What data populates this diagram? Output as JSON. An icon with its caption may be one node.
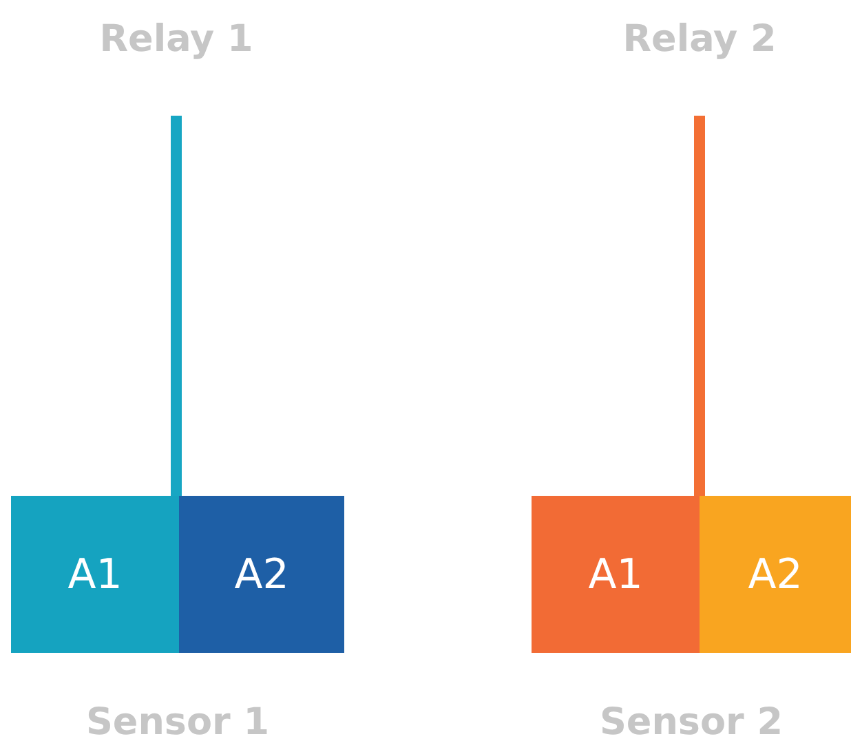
{
  "diagram": {
    "nodes": [
      {
        "text": [
          "Relay 1"
        ]
      },
      {
        "text": [
          "Relay 2"
        ]
      },
      {
        "text": [
          "Sensor 1"
        ]
      },
      {
        "text": [
          "A1"
        ],
        "in": 2
      },
      {
        "text": [
          "A2"
        ],
        "in": 2
      },
      {
        "text": [
          "Sensor 2"
        ]
      },
      {
        "text": [
          "A1"
        ],
        "in": 5
      },
      {
        "text": [
          "A2"
        ],
        "in": 5
      }
    ],
    "edges": [
      {
        "from": 0,
        "to": 2,
        "arrow": "none",
        "color": "#17a6c3"
      },
      {
        "from": 1,
        "to": 5,
        "arrow": "none",
        "color": "#f36f34"
      }
    ]
  }
}
